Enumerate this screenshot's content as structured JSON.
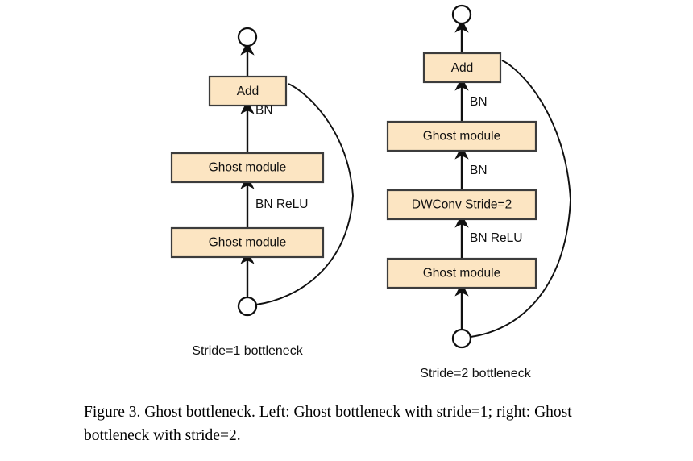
{
  "figure": {
    "caption": "Figure 3. Ghost bottleneck. Left: Ghost bottleneck with stride=1; right: Ghost bottleneck with stride=2.",
    "colors": {
      "box_fill": "#fce5c2",
      "box_stroke": "#3c3c3c",
      "line": "#101010",
      "background": "#ffffff"
    }
  },
  "left_branch": {
    "caption": "Stride=1 bottleneck",
    "nodes": [
      {
        "id": "out-circle",
        "label": "",
        "shape": "circle"
      },
      {
        "id": "add",
        "label": "Add",
        "shape": "box"
      },
      {
        "id": "ghost-2",
        "label": "Ghost module",
        "shape": "box"
      },
      {
        "id": "ghost-1",
        "label": "Ghost module",
        "shape": "box"
      },
      {
        "id": "in-circle",
        "label": "",
        "shape": "circle"
      }
    ],
    "edge_labels": [
      {
        "id": "bn-top",
        "text": "BN"
      },
      {
        "id": "bn-relu",
        "text": "BN ReLU"
      }
    ],
    "skip_connection": "identity"
  },
  "right_branch": {
    "caption": "Stride=2 bottleneck",
    "nodes": [
      {
        "id": "out-circle",
        "label": "",
        "shape": "circle"
      },
      {
        "id": "add",
        "label": "Add",
        "shape": "box"
      },
      {
        "id": "ghost-2",
        "label": "Ghost module",
        "shape": "box"
      },
      {
        "id": "dwconv",
        "label": "DWConv Stride=2",
        "shape": "box"
      },
      {
        "id": "ghost-1",
        "label": "Ghost module",
        "shape": "box"
      },
      {
        "id": "in-circle",
        "label": "",
        "shape": "circle"
      }
    ],
    "edge_labels": [
      {
        "id": "bn-top",
        "text": "BN"
      },
      {
        "id": "bn-mid",
        "text": "BN"
      },
      {
        "id": "bn-relu",
        "text": "BN ReLU"
      }
    ],
    "skip_connection": "identity"
  }
}
